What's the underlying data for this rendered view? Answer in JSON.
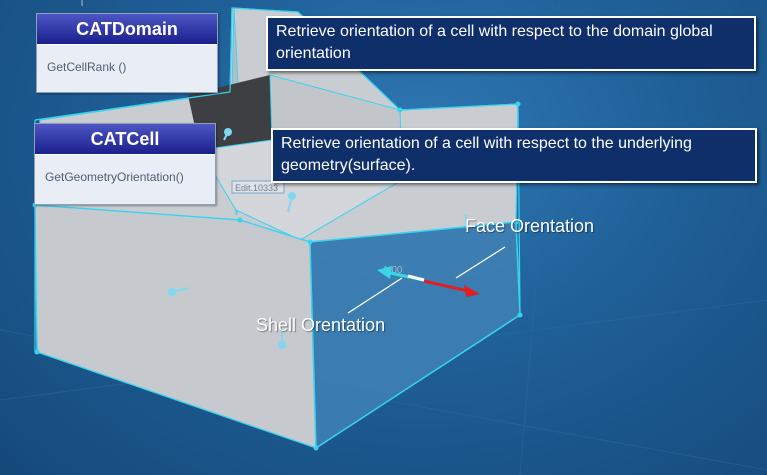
{
  "classes": [
    {
      "name": "CATDomain",
      "method": "GetCellRank ()"
    },
    {
      "name": "CATCell",
      "method": "GetGeometryOrientation()"
    }
  ],
  "callouts": [
    {
      "text": "Retrieve orientation of a cell with respect to the domain global orientation"
    },
    {
      "text": "Retrieve orientation of a cell with respect to the underlying geometry(surface)."
    }
  ],
  "labels": {
    "face_orientation": "Face Orentation",
    "shell_orientation": "Shell Orentation"
  },
  "model_tags": {
    "edge_tag": "Edit.10333",
    "face_tag": "1.00"
  },
  "colors": {
    "background": "#1f5f97",
    "class_header": "#2a31a6",
    "callout_fill": "#0f2f6b",
    "face_arrow": "#e02020",
    "shell_arrow": "#39d7ea",
    "edge_highlight": "#38d3f0"
  }
}
